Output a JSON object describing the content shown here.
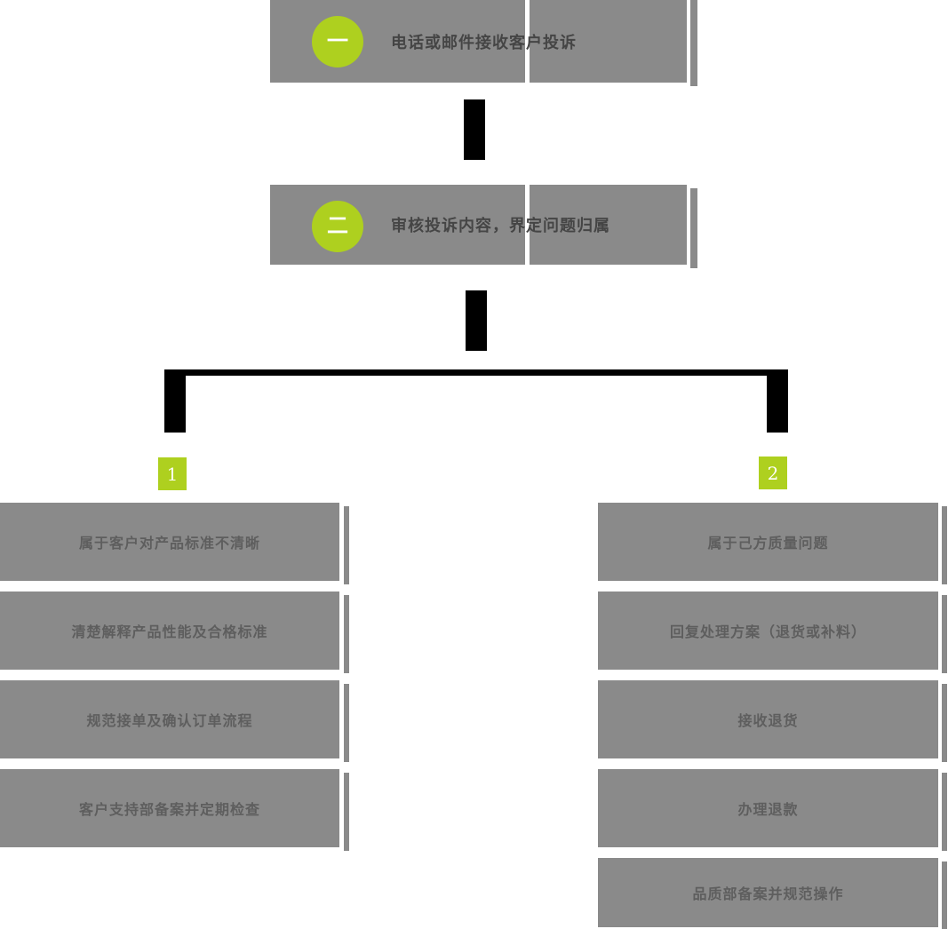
{
  "colors": {
    "box-gray": "#8a8a8a",
    "accent-green": "#aed01f",
    "step-text": "#454545",
    "item-text": "#5e5e5e",
    "connector-black": "#000000"
  },
  "steps": [
    {
      "num": "一",
      "label": "电话或邮件接收客户投诉"
    },
    {
      "num": "二",
      "label": "审核投诉内容，界定问题归属"
    }
  ],
  "branches": [
    {
      "badge": "1",
      "items": [
        "属于客户对产品标准不清晰",
        "清楚解释产品性能及合格标准",
        "规范接单及确认订单流程",
        "客户支持部备案并定期检查"
      ]
    },
    {
      "badge": "2",
      "items": [
        "属于己方质量问题",
        "回复处理方案（退货或补料）",
        "接收退货",
        "办理退款",
        "品质部备案并规范操作"
      ]
    }
  ]
}
